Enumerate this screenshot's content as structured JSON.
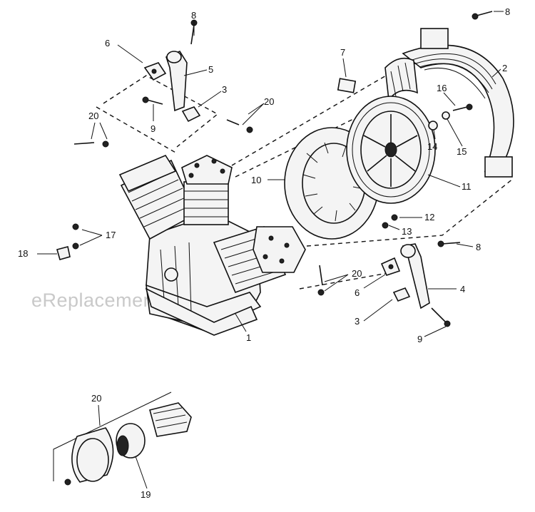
{
  "watermark": "eReplacementParts.com",
  "labels": {
    "l1": "1",
    "l2": "2",
    "l3a": "3",
    "l3b": "3",
    "l4": "4",
    "l5": "5",
    "l6a": "6",
    "l6b": "6",
    "l7": "7",
    "l8a": "8",
    "l8b": "8",
    "l8c": "8",
    "l9a": "9",
    "l9b": "9",
    "l10": "10",
    "l11": "11",
    "l12": "12",
    "l13": "13",
    "l14": "14",
    "l15": "15",
    "l16": "16",
    "l17": "17",
    "l18": "18",
    "l19": "19",
    "l20a": "20",
    "l20b": "20",
    "l20c": "20",
    "l20d": "20"
  }
}
